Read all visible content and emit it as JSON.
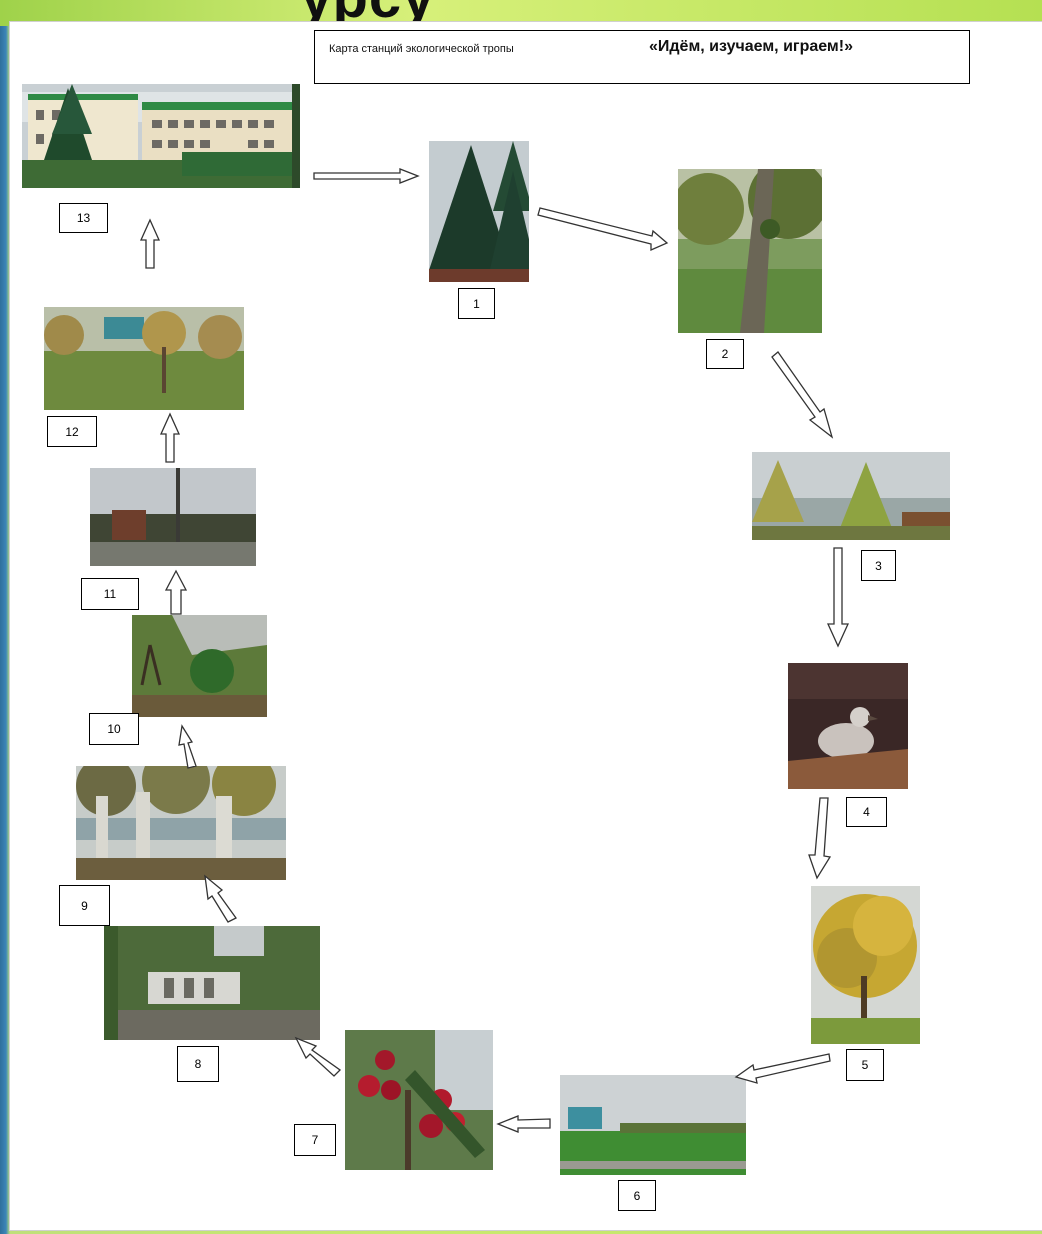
{
  "heading_fragment": "урсу",
  "title": {
    "line1": "Карта станций экологической тропы",
    "line2": "«Идём, изучаем, играем!»"
  },
  "stations": [
    {
      "label": "1"
    },
    {
      "label": "2"
    },
    {
      "label": "3"
    },
    {
      "label": "4"
    },
    {
      "label": "5"
    },
    {
      "label": "6"
    },
    {
      "label": "7"
    },
    {
      "label": "8"
    },
    {
      "label": "9"
    },
    {
      "label": "10"
    },
    {
      "label": "11"
    },
    {
      "label": "12"
    },
    {
      "label": "13"
    }
  ]
}
